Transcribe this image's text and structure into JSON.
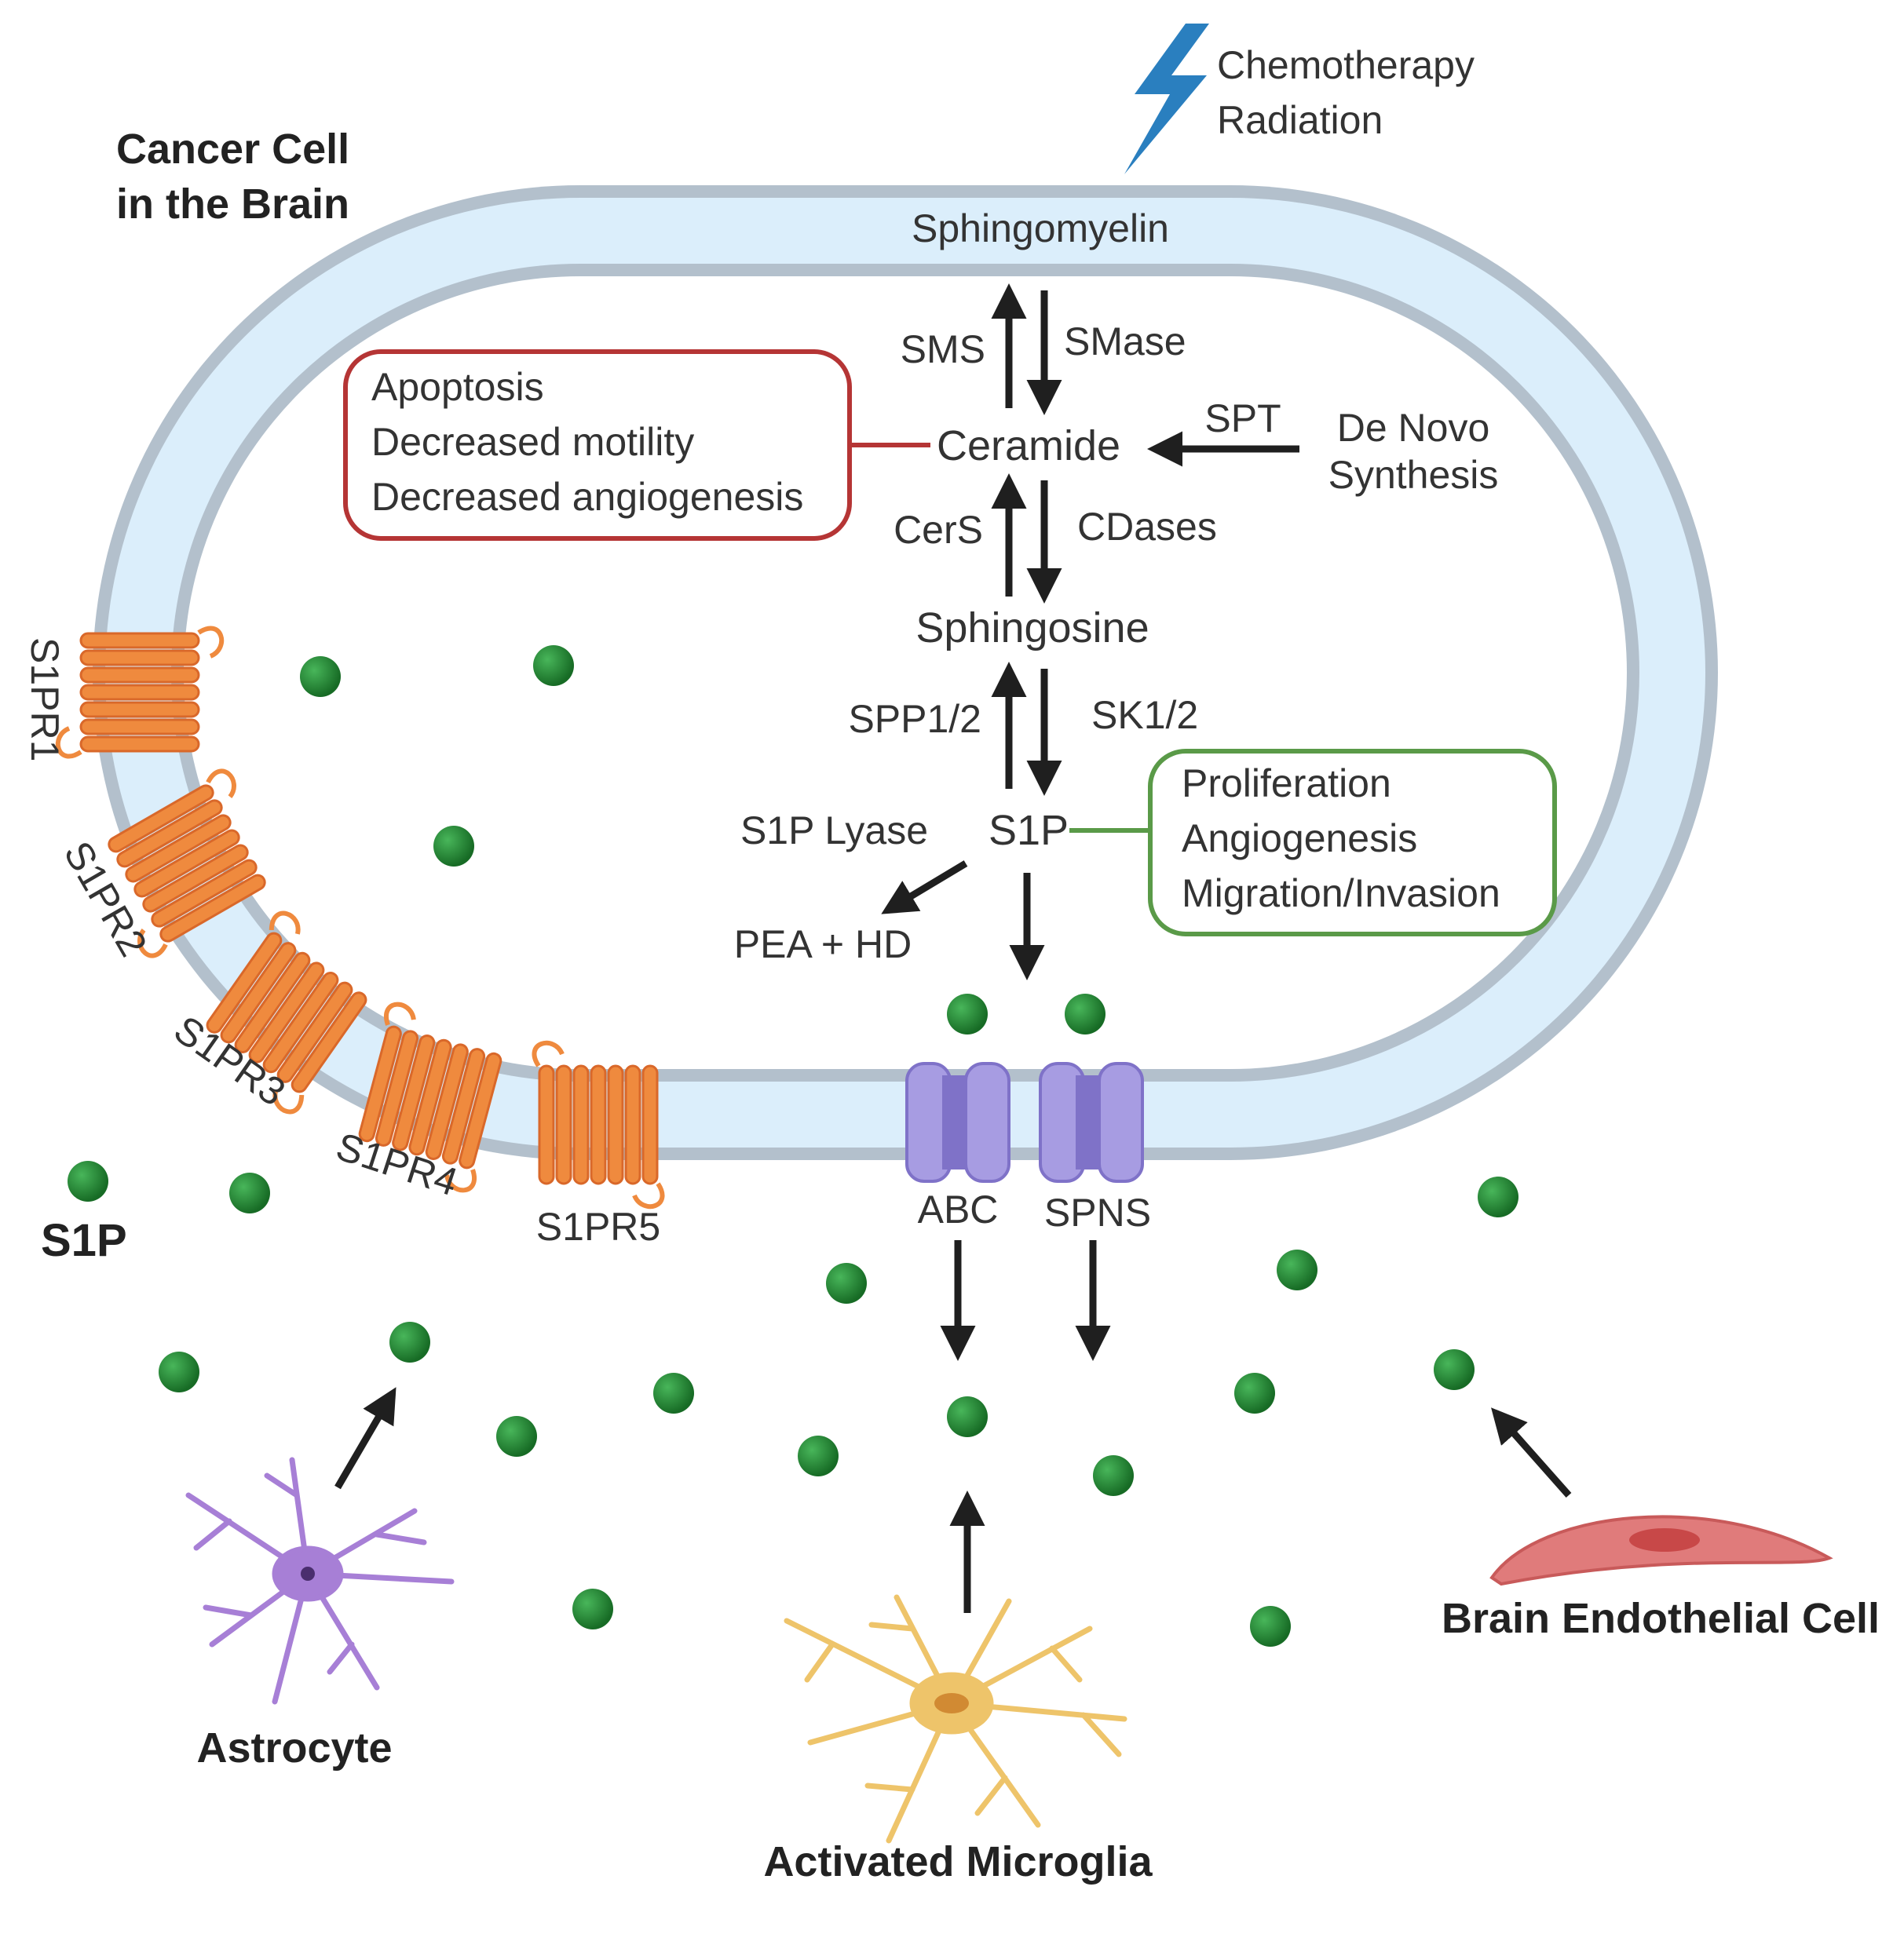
{
  "cell_label": {
    "line1": "Cancer Cell",
    "line2": "in the Brain"
  },
  "stress": {
    "line1": "Chemotherapy",
    "line2": "Radiation"
  },
  "pathway": {
    "sphingomyelin": "Sphingomyelin",
    "sms": "SMS",
    "smase": "SMase",
    "ceramide": "Ceramide",
    "spt": "SPT",
    "de_novo_line1": "De Novo",
    "de_novo_line2": "Synthesis",
    "cers": "CerS",
    "cdases": "CDases",
    "sphingosine": "Sphingosine",
    "spp": "SPP1/2",
    "sk": "SK1/2",
    "s1p": "S1P",
    "s1p_lyase": "S1P Lyase",
    "pea_hd": "PEA + HD"
  },
  "ceramide_effects": [
    "Apoptosis",
    "Decreased motility",
    "Decreased angiogenesis"
  ],
  "s1p_effects": [
    "Proliferation",
    "Angiogenesis",
    "Migration/Invasion"
  ],
  "receptors": [
    "S1PR1",
    "S1PR2",
    "S1PR3",
    "S1PR4",
    "S1PR5"
  ],
  "transporters": [
    "ABC",
    "SPNS"
  ],
  "legend_s1p": "S1P",
  "cells": {
    "astrocyte": "Astrocyte",
    "microglia": "Activated Microglia",
    "endothelial": "Brain Endothelial Cell"
  },
  "colors": {
    "membrane_outer": "#b3c0cc",
    "membrane_inner": "#dbeefb",
    "ceramide_box": "#b53535",
    "s1p_box": "#5a9a48",
    "receptor": "#ef8a3e",
    "transporter": "#9b8fd9",
    "s1p_dot": "#1f7a2e",
    "bolt": "#2a7fbf",
    "astrocyte": "#a77fd6",
    "microglia": "#eec46a",
    "endothelial": "#e07b7b"
  }
}
